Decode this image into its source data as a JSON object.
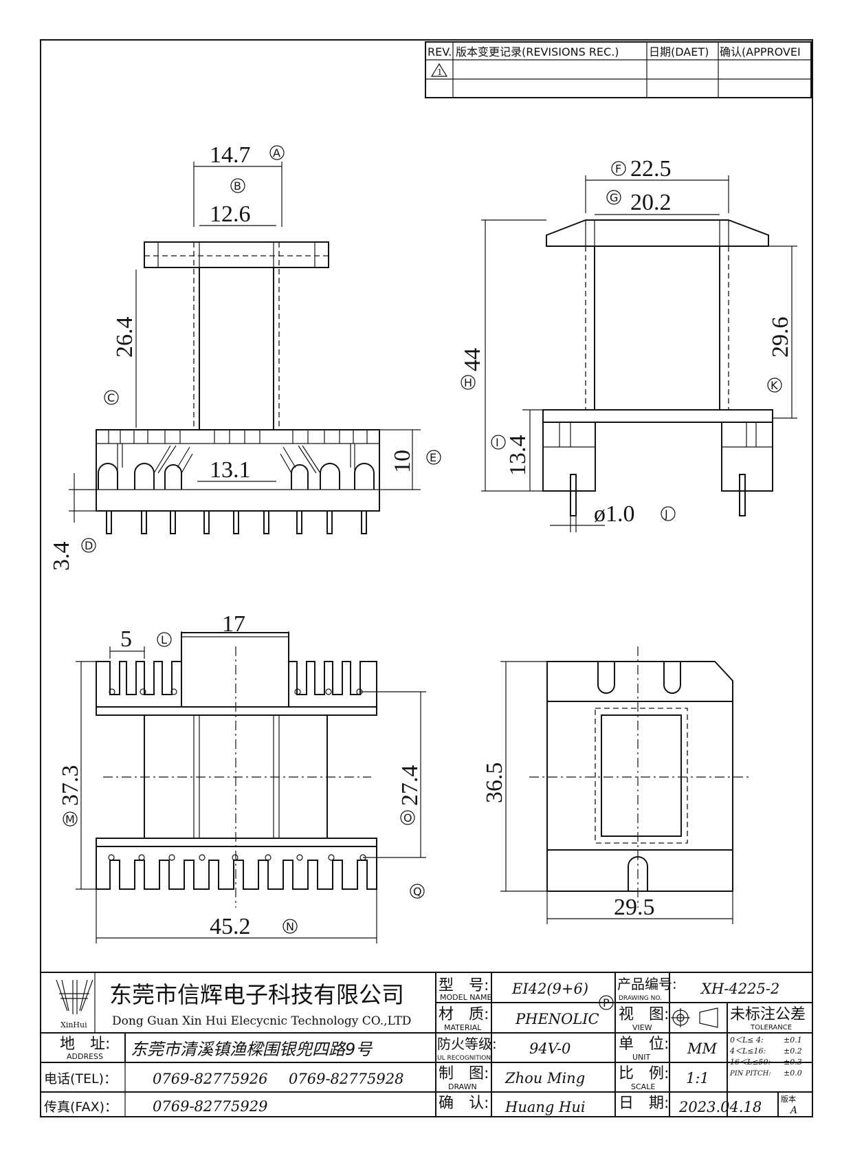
{
  "revision_table": {
    "headers": [
      "REV.",
      "版本变更记录(REVISIONS REC.)",
      "日期(DAET)",
      "确认(APPROVEI"
    ],
    "row1_mark": "1"
  },
  "dimensions": {
    "a": "14.7",
    "b": "12.6",
    "c": "26.4",
    "d": "3.4",
    "e": "10",
    "pitch": "13.1",
    "f": "22.5",
    "g": "20.2",
    "h": "44",
    "i": "13.4",
    "k": "29.6",
    "j": "ø1.0",
    "l": "5",
    "top_width": "17",
    "m": "37.3",
    "o": "27.4",
    "n": "45.2",
    "side_height": "36.5",
    "bottom_width": "29.5"
  },
  "circled_letters": [
    "A",
    "B",
    "C",
    "D",
    "E",
    "F",
    "G",
    "H",
    "I",
    "J",
    "K",
    "L",
    "M",
    "N",
    "O",
    "Q",
    "P"
  ],
  "title_block": {
    "company_cn": "东莞市信辉电子科技有限公司",
    "company_en": "Dong Guan Xin Hui Elecycnic Technology CO.,LTD",
    "logo_text": "XinHui",
    "model_label_cn": "型　号:",
    "model_label_en": "MODEL NAME",
    "model_value": "EI42(9+6)",
    "drawing_no_label_cn": "产品编号:",
    "drawing_no_label_en": "DRAWING NO.",
    "drawing_no_value": "XH-4225-2",
    "material_label_cn": "材　质:",
    "material_label_en": "MATERIAL",
    "material_value": "PHENOLIC",
    "view_label_cn": "视　图:",
    "view_label_en": "VIEW",
    "tolerance_label_cn": "未标注公差",
    "tolerance_label_en": "TOLERANCE",
    "tolerance_rows": [
      {
        "range": "0＜L≤ 4:",
        "value": "±0.1"
      },
      {
        "range": "4＜L≤16:",
        "value": "±0.2"
      },
      {
        "range": "16＜L≤50:",
        "value": "±0.3"
      },
      {
        "range": "PIN PITCH:",
        "value": "±0.0"
      }
    ],
    "address_label_cn": "地　址:",
    "address_label_en": "ADDRESS",
    "address_value": "东莞市清溪镇渔樑围银兜四路9号",
    "ul_label_cn": "防火等级:",
    "ul_label_en": "UL RECOGNITION",
    "ul_value": "94V-0",
    "unit_label_cn": "单　位:",
    "unit_label_en": "UNIT",
    "unit_value": "MM",
    "tel_label": "电话(TEL)：",
    "tel_value_1": "0769-82775926",
    "tel_value_2": "0769-82775928",
    "drawn_label_cn": "制　图:",
    "drawn_label_en": "DRAWN",
    "drawn_value": "Zhou Ming",
    "scale_label_cn": "比　例:",
    "scale_label_en": "SCALE",
    "scale_value": "1:1",
    "fax_label": "传真(FAX)：",
    "fax_value": "0769-82775929",
    "check_label_cn": "确　认:",
    "check_value": "Huang Hui",
    "date_label_cn": "日　期:",
    "date_value": "2023.04.18",
    "version_label": "版本",
    "version_value": "A"
  }
}
